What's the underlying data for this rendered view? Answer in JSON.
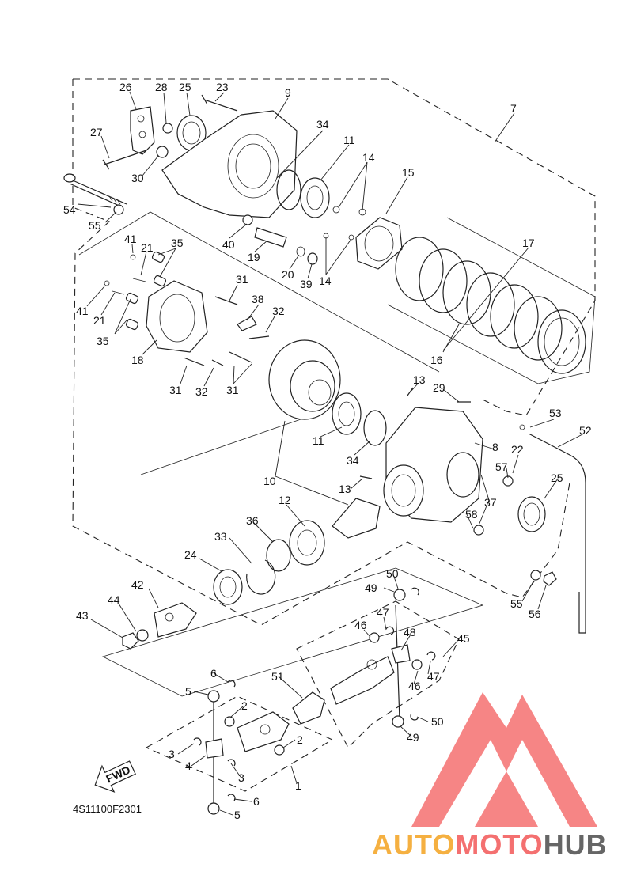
{
  "diagram_code": "4S11100F2301",
  "fwd_label": "FWD",
  "watermark": {
    "part1": "AUTO",
    "part2": "MOTO",
    "part3": "HUB",
    "color1": "#f5b041",
    "color2": "#f47070",
    "color3": "#666666"
  },
  "callouts": {
    "c1": "1",
    "c2a": "2",
    "c2b": "2",
    "c3a": "3",
    "c3b": "3",
    "c4": "4",
    "c5a": "5",
    "c5b": "5",
    "c6a": "6",
    "c6b": "6",
    "c7": "7",
    "c8": "8",
    "c9": "9",
    "c10": "10",
    "c11a": "11",
    "c11b": "11",
    "c12": "12",
    "c13a": "13",
    "c13b": "13",
    "c14a": "14",
    "c14b": "14",
    "c15": "15",
    "c16": "16",
    "c17": "17",
    "c18": "18",
    "c19": "19",
    "c20": "20",
    "c21a": "21",
    "c21b": "21",
    "c22": "22",
    "c23": "23",
    "c24": "24",
    "c25a": "25",
    "c25b": "25",
    "c26": "26",
    "c27": "27",
    "c28": "28",
    "c29": "29",
    "c30": "30",
    "c31a": "31",
    "c31b": "31",
    "c31c": "31",
    "c32a": "32",
    "c32b": "32",
    "c33": "33",
    "c34a": "34",
    "c34b": "34",
    "c35a": "35",
    "c35b": "35",
    "c36": "36",
    "c37": "37",
    "c38": "38",
    "c39": "39",
    "c40": "40",
    "c41a": "41",
    "c41b": "41",
    "c42": "42",
    "c43": "43",
    "c44": "44",
    "c45": "45",
    "c46a": "46",
    "c46b": "46",
    "c47a": "47",
    "c47b": "47",
    "c48": "48",
    "c49a": "49",
    "c49b": "49",
    "c50a": "50",
    "c50b": "50",
    "c51": "51",
    "c52": "52",
    "c53": "53",
    "c54": "54",
    "c55a": "55",
    "c55b": "55",
    "c56": "56",
    "c57": "57",
    "c58": "58"
  }
}
